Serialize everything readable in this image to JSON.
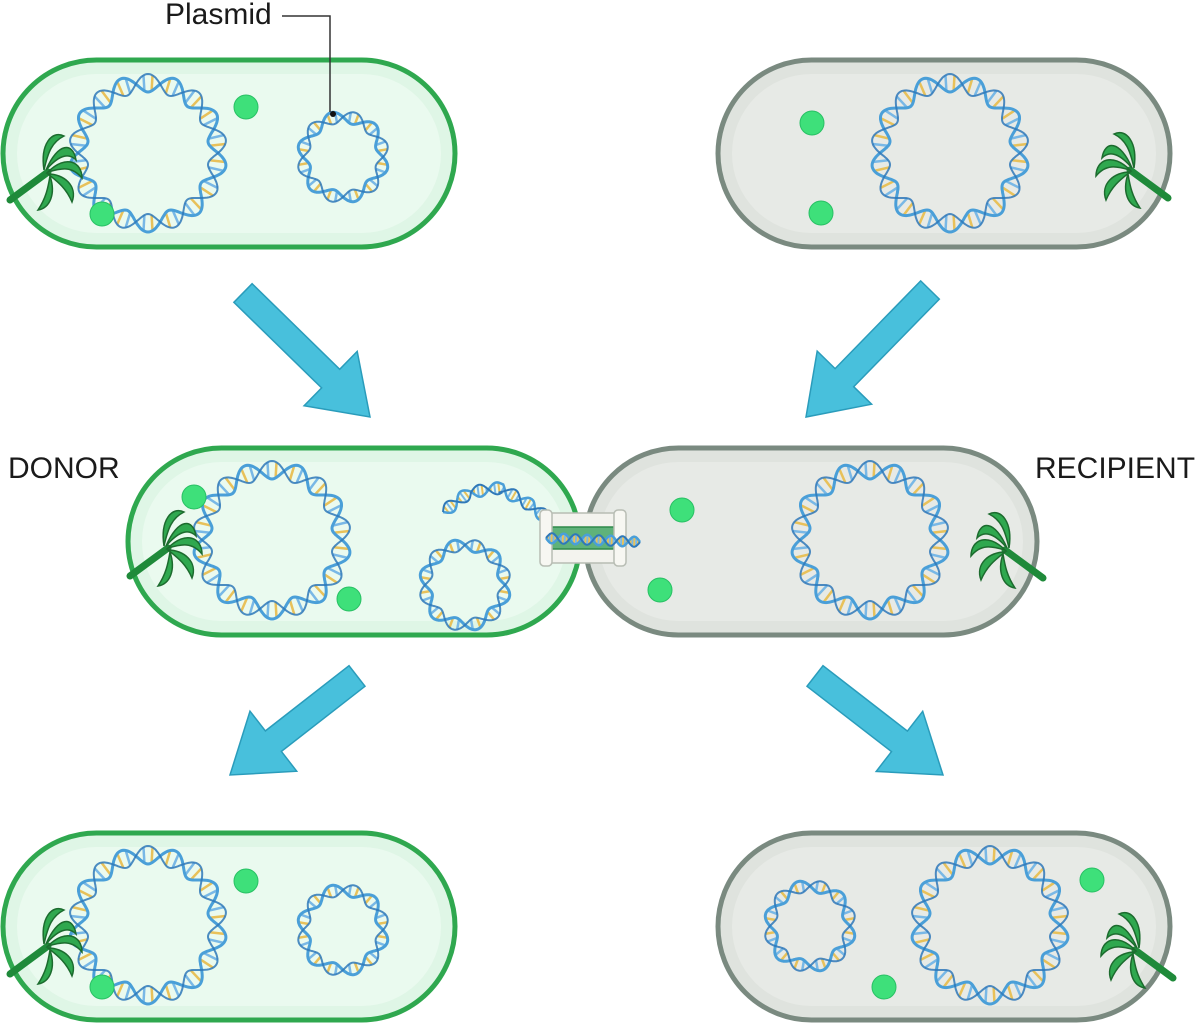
{
  "labels": {
    "plasmid": "Plasmid",
    "donor": "DONOR",
    "recipient": "RECIPIENT"
  },
  "colors": {
    "donor_fill": "#dff6e6",
    "donor_stroke": "#2fa84f",
    "recipient_fill": "#dfe3de",
    "recipient_stroke": "#7a8a80",
    "arrow": "#48c0dc",
    "arrow_stroke": "#2a9cbb",
    "dna_blue": "#4a9fd8",
    "dna_rung_yellow": "#e8c15a",
    "dna_rung_blue": "#79b8e6",
    "ribosome": "#3ee07a",
    "flagellum": "#1f8a3a"
  },
  "icons": {
    "cell": "bacterium-capsule",
    "chromosome": "circular-dna-helix",
    "plasmid": "small-circular-dna-helix",
    "ribosome": "ribosome-dot",
    "flagellum": "flagellum-icon",
    "pilus": "conjugation-pilus-bridge",
    "arrow": "process-arrow"
  }
}
